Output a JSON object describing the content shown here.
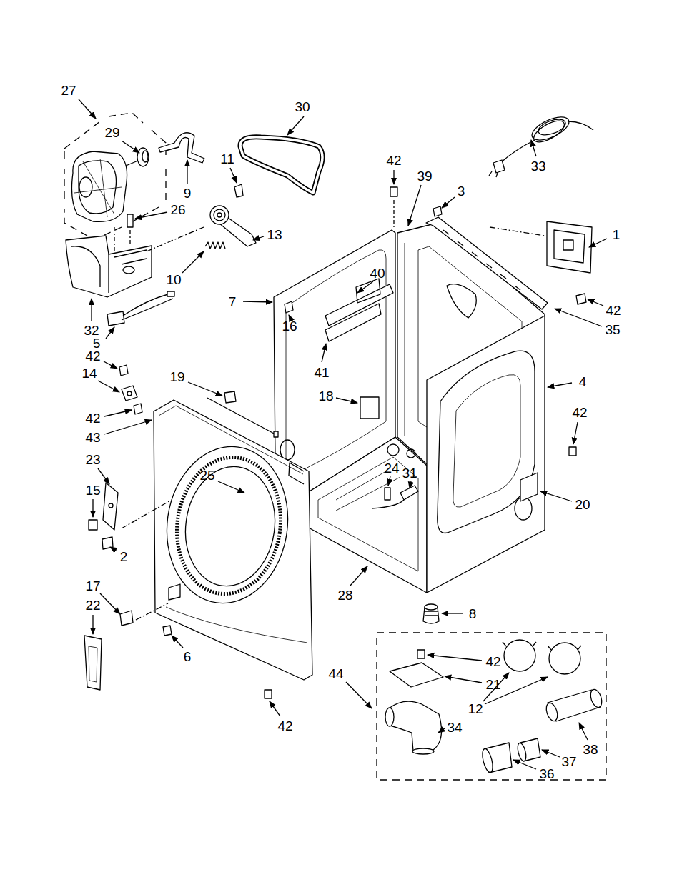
{
  "diagram": {
    "labels": [
      "27",
      "30",
      "29",
      "42",
      "11",
      "33",
      "39",
      "3",
      "9",
      "26",
      "13",
      "1",
      "40",
      "10",
      "7",
      "42",
      "16",
      "35",
      "32",
      "5",
      "42",
      "41",
      "14",
      "19",
      "4",
      "18",
      "42",
      "42",
      "43",
      "23",
      "24",
      "31",
      "25",
      "15",
      "20",
      "2",
      "17",
      "28",
      "22",
      "8",
      "6",
      "42",
      "44",
      "21",
      "12",
      "42",
      "34",
      "38",
      "37",
      "36"
    ]
  }
}
